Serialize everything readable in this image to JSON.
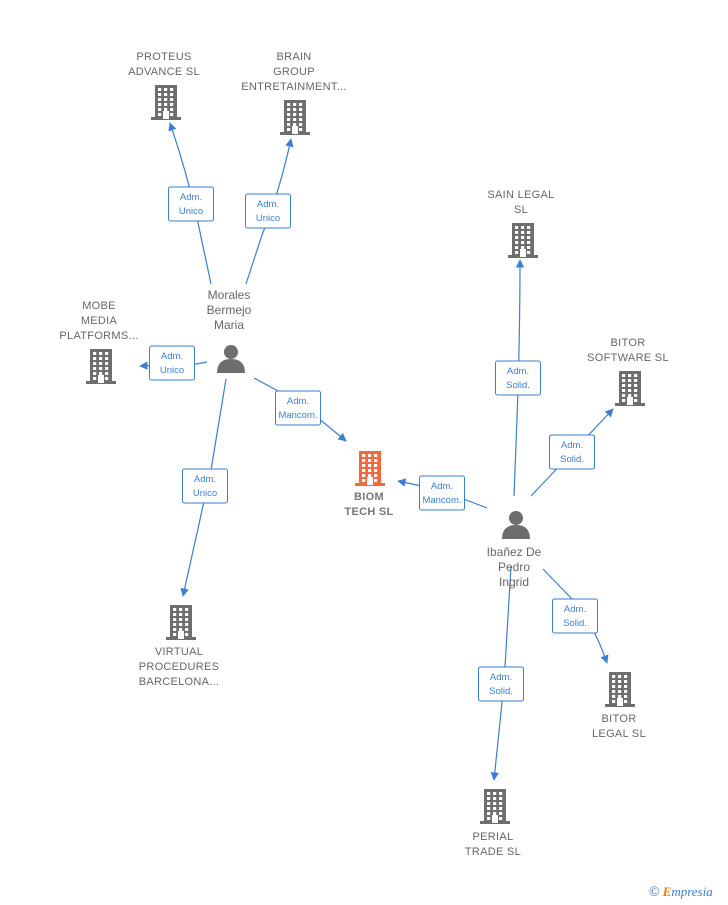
{
  "colors": {
    "edge": "#3a7fd0",
    "building": "#6e6e6e",
    "main_building": "#f26a3a",
    "person": "#6e6e6e"
  },
  "companies": [
    {
      "id": "proteus",
      "lines": [
        "PROTEUS",
        "ADVANCE  SL"
      ]
    },
    {
      "id": "brain",
      "lines": [
        "BRAIN",
        "GROUP",
        "ENTRETAINMENT..."
      ]
    },
    {
      "id": "mobe",
      "lines": [
        "MOBE",
        "MEDIA",
        "PLATFORMS..."
      ]
    },
    {
      "id": "sain",
      "lines": [
        "SAIN LEGAL",
        "SL"
      ]
    },
    {
      "id": "bitor_sw",
      "lines": [
        "BITOR",
        "SOFTWARE  SL"
      ]
    },
    {
      "id": "biom",
      "lines": [
        "BIOM",
        "TECH  SL"
      ],
      "main": true
    },
    {
      "id": "virtual",
      "lines": [
        "VIRTUAL",
        "PROCEDURES",
        "BARCELONA..."
      ]
    },
    {
      "id": "bitor_legal",
      "lines": [
        "BITOR",
        "LEGAL  SL"
      ]
    },
    {
      "id": "perial",
      "lines": [
        "PERIAL",
        "TRADE  SL"
      ]
    }
  ],
  "persons": [
    {
      "id": "morales",
      "lines": [
        "Morales",
        "Bermejo",
        "Maria"
      ]
    },
    {
      "id": "ibanez",
      "lines": [
        "Ibañez De",
        "Pedro",
        "Ingrid"
      ]
    }
  ],
  "edges": [
    {
      "from": "morales",
      "to": "proteus",
      "label": [
        "Adm.",
        "Unico"
      ]
    },
    {
      "from": "morales",
      "to": "brain",
      "label": [
        "Adm.",
        "Unico"
      ]
    },
    {
      "from": "morales",
      "to": "mobe",
      "label": [
        "Adm.",
        "Unico"
      ]
    },
    {
      "from": "morales",
      "to": "biom",
      "label": [
        "Adm.",
        "Mancom."
      ]
    },
    {
      "from": "morales",
      "to": "virtual",
      "label": [
        "Adm.",
        "Unico"
      ]
    },
    {
      "from": "ibanez",
      "to": "sain",
      "label": [
        "Adm.",
        "Solid."
      ]
    },
    {
      "from": "ibanez",
      "to": "bitor_sw",
      "label": [
        "Adm.",
        "Solid."
      ]
    },
    {
      "from": "ibanez",
      "to": "biom",
      "label": [
        "Adm.",
        "Mancom."
      ]
    },
    {
      "from": "ibanez",
      "to": "bitor_legal",
      "label": [
        "Adm.",
        "Solid."
      ]
    },
    {
      "from": "ibanez",
      "to": "perial",
      "label": [
        "Adm.",
        "Solid."
      ]
    }
  ],
  "brand": {
    "copyright": "©",
    "initial": "E",
    "rest": "mpresia"
  }
}
